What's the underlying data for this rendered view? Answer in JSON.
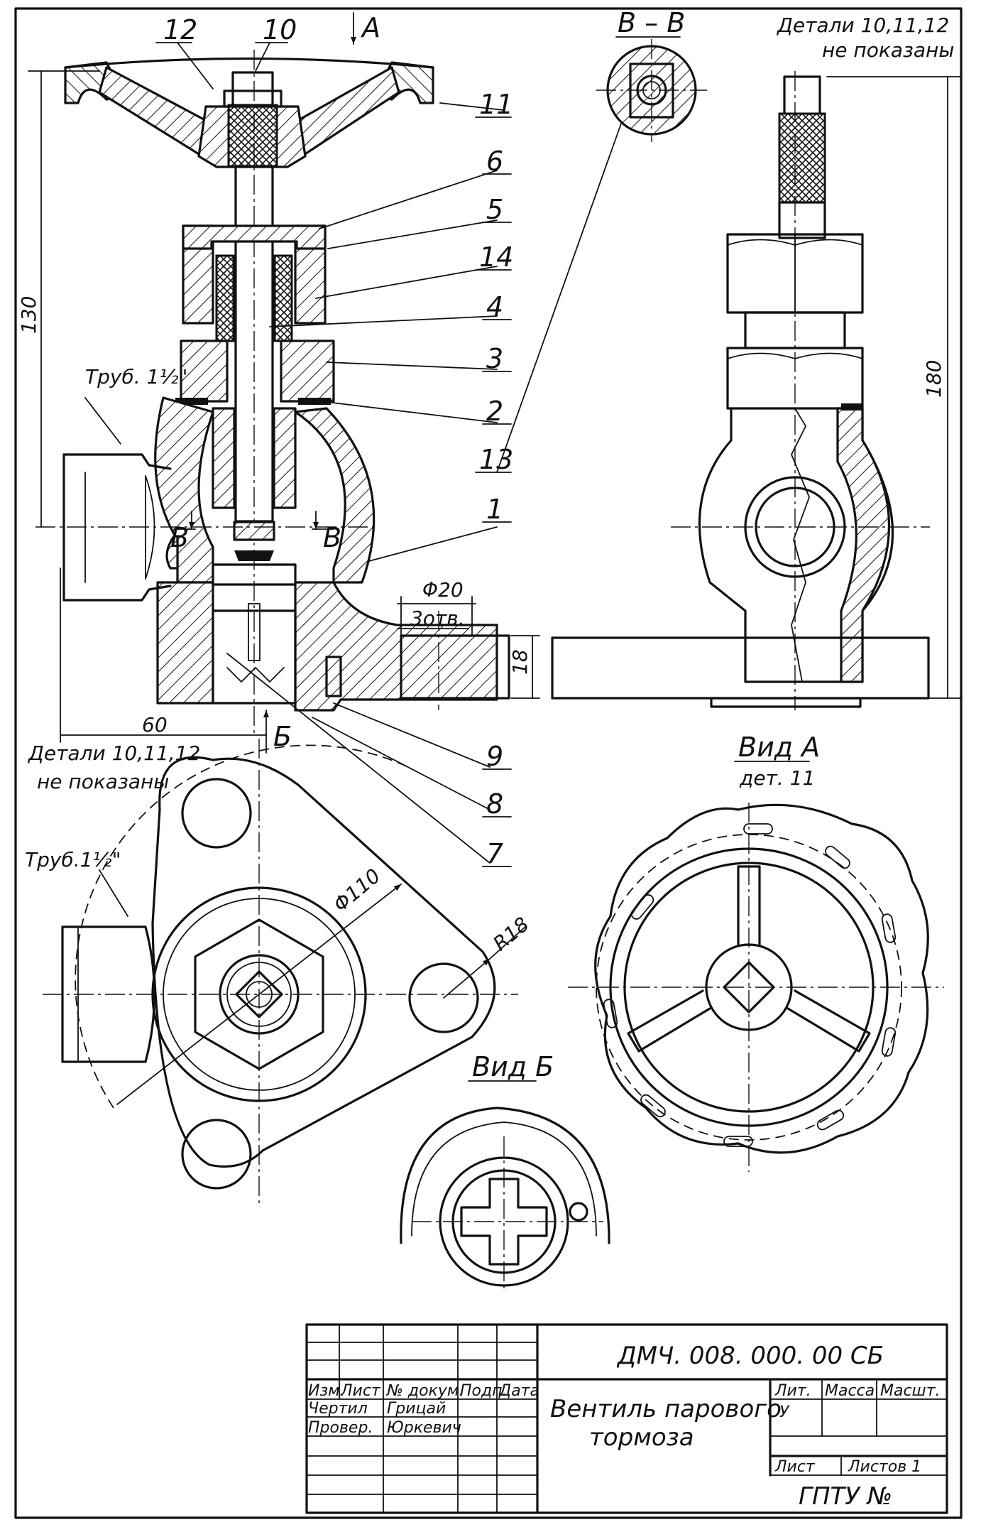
{
  "drawing": {
    "notes": {
      "top_right_line1": "Детали 10,11,12",
      "top_right_line2": "не показаны",
      "left_line1": "Детали 10,11,12",
      "left_line2": "не показаны"
    },
    "views": {
      "section_bb": "В – В",
      "view_a": "Вид А",
      "view_a_sub": "дет. 11",
      "view_b": "Вид Б",
      "arrow_a": "А",
      "arrow_b": "Б",
      "cut_left": "В",
      "cut_right": "В"
    },
    "callouts": [
      "1",
      "2",
      "3",
      "4",
      "5",
      "6",
      "7",
      "8",
      "9",
      "10",
      "11",
      "12",
      "13",
      "14"
    ],
    "dimensions": {
      "height_130": "130",
      "height_180": "180",
      "width_60": "60",
      "dia_20": "Φ20",
      "holes": "3отв.",
      "thick_18": "18",
      "dia_110": "Φ110",
      "radius_18": "R18",
      "pipe_top": "Труб. 1½\"",
      "pipe_plan": "Труб.1½\""
    }
  },
  "title_block": {
    "designation": "ДМЧ. 008. 000. 00 СБ",
    "name_line1": "Вентиль парового",
    "name_line2": "тормоза",
    "headers": [
      "Изм.",
      "Лист",
      "№ докум.",
      "Подп.",
      "Дата"
    ],
    "role_drawn": "Чертил",
    "name_drawn": "Грицай",
    "role_checked": "Провер.",
    "name_checked": "Юркевич",
    "col_lit": "Лит.",
    "col_mass": "Масса",
    "col_scale": "Масшт.",
    "lit_value": "У",
    "sheet": "Лист",
    "sheets": "Листов 1",
    "org": "ГПТУ №"
  }
}
